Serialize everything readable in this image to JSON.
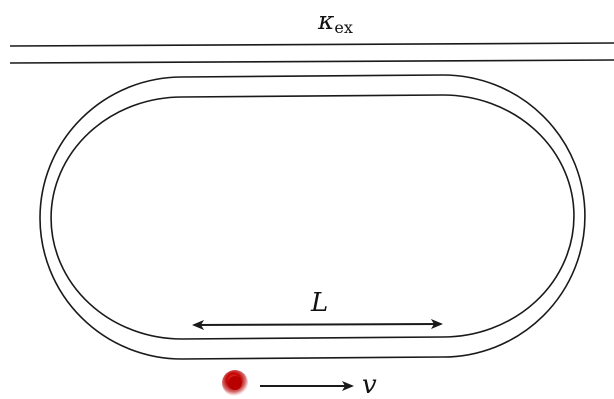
{
  "labels": {
    "coupling_symbol": "κ",
    "coupling_subscript": "ex",
    "length_label": "L",
    "velocity_label": "v"
  },
  "colors": {
    "stroke": "#1a1a1a",
    "particle_core": "#b00000",
    "particle_glow": "#e03030"
  }
}
